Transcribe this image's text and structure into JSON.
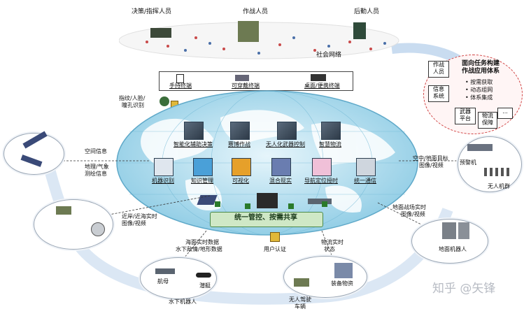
{
  "top": {
    "commanders": "决策/指挥人员",
    "combat": "作战人员",
    "logistics": "后勤人员",
    "social": "社会网络"
  },
  "terminals": {
    "handheld": "手持终端",
    "wearable": "可穿戴终端",
    "desktop": "桌面/便携终端"
  },
  "auth": {
    "biometric_line1": "指纹/人脸/",
    "biometric_line2": "瞳孔识别",
    "user_auth": "用户认证"
  },
  "capabilities_row1": [
    "智能化辅助决策",
    "赛博作战",
    "无人化武器控制",
    "智慧物流"
  ],
  "capabilities_row2": [
    "机器识别",
    "知识管理",
    "可视化",
    "混合现实",
    "导航定位授时",
    "统一通信"
  ],
  "banner": "统一管控、按需共享",
  "left_labels": {
    "space_info": "空间信息",
    "geo_weather_1": "地理/气象",
    "geo_weather_2": "测绘信息",
    "coast_1": "近岸/近海实时",
    "coast_2": "图像/视频",
    "sea_1": "海面实时数据",
    "sea_2": "水下敌情/地形数据",
    "carrier": "航母",
    "submarine": "潜艇",
    "underwater_robot": "水下机器人"
  },
  "right_labels": {
    "air_1": "空中/地面目标",
    "air_2": "图像/视频",
    "awacs": "预警机",
    "drones": "无人机群",
    "ground_1": "地面战场实时",
    "ground_2": "图像/视频",
    "ground_robot": "地面机器人",
    "logistics_1": "物流实时",
    "logistics_2": "状态",
    "supplies": "装备物资",
    "unmanned_1": "无人驾驶",
    "unmanned_2": "车辆"
  },
  "mission_panel": {
    "title_1": "面向任务构建",
    "title_2": "作战应用体系",
    "bullets": [
      "按需获取",
      "动态组网",
      "体系集成"
    ],
    "combatant_1": "作战",
    "combatant_2": "人员",
    "info_1": "信息",
    "info_2": "系统",
    "weapon_1": "武器",
    "weapon_2": "平台",
    "logistic_1": "物流",
    "logistic_2": "保障",
    "more": "..."
  },
  "watermark": "知乎 @矢锋",
  "colors": {
    "globe_ocean": "#bfe3f2",
    "land": "#ffffff",
    "banner": "#cfe8c6",
    "arrow": "#c9dcf0",
    "mission_border": "#d04040"
  }
}
